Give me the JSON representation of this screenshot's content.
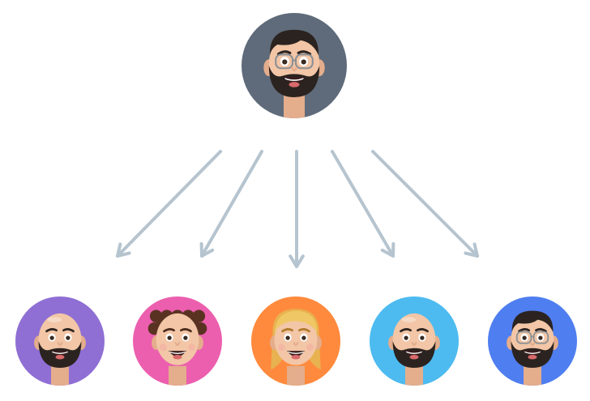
{
  "colors": {
    "arrow": "#b5c4cf",
    "skin": "#f2c6a6",
    "skin_shade": "#e4ad8c",
    "beard_dark": "#2b2320",
    "mouth": "#3a1d1c",
    "teeth": "#ffffff",
    "tongue": "#d9696b"
  },
  "root": {
    "name": "root-avatar",
    "bg": "#5f6b7a",
    "hair": "short-dark",
    "beard": "full-dark",
    "glasses": true
  },
  "children": [
    {
      "name": "child-avatar-1",
      "bg": "#8f6fd4",
      "hair": "bald",
      "beard": "full-dark",
      "glasses": false
    },
    {
      "name": "child-avatar-2",
      "bg": "#ec5fae",
      "hair": "curly-brown",
      "beard": "none",
      "glasses": false
    },
    {
      "name": "child-avatar-3",
      "bg": "#ff8a3d",
      "hair": "blonde",
      "beard": "none",
      "glasses": false
    },
    {
      "name": "child-avatar-4",
      "bg": "#4dbbf0",
      "hair": "bald",
      "beard": "full-dark",
      "glasses": false
    },
    {
      "name": "child-avatar-5",
      "bg": "#4f7ef0",
      "hair": "short-dark",
      "beard": "full-dark",
      "glasses": true
    }
  ],
  "arrows": [
    {
      "name": "arrow-to-child-1"
    },
    {
      "name": "arrow-to-child-2"
    },
    {
      "name": "arrow-to-child-3"
    },
    {
      "name": "arrow-to-child-4"
    },
    {
      "name": "arrow-to-child-5"
    }
  ]
}
